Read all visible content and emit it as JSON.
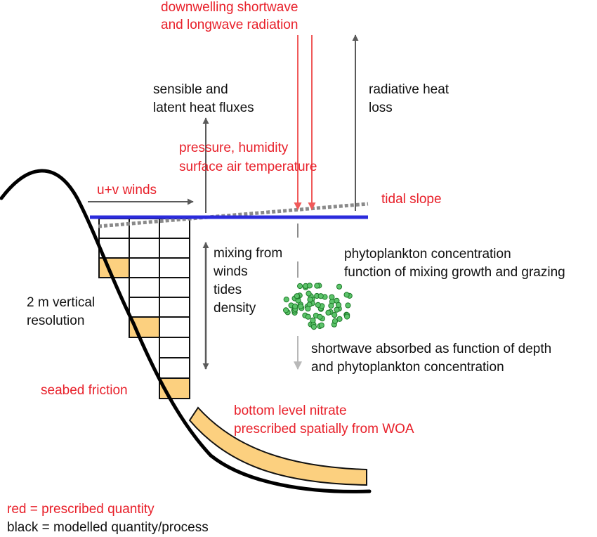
{
  "labels": {
    "downwelling_line1": "downwelling shortwave",
    "downwelling_line2": "and longwave radiation",
    "sensible_line1": "sensible and",
    "sensible_line2": "latent heat fluxes",
    "radiative_line1": "radiative heat",
    "radiative_line2": "loss",
    "pressure_line1": "pressure, humidity",
    "pressure_line2": "surface air temperature",
    "winds": "u+v winds",
    "tidal_slope": "tidal slope",
    "mixing_line1": "mixing from",
    "mixing_line2": "winds",
    "mixing_line3": "tides",
    "mixing_line4": "density",
    "phyto_line1": "phytoplankton concentration",
    "phyto_line2": "function of mixing growth and grazing",
    "resolution_line1": "2 m vertical",
    "resolution_line2": "resolution",
    "shortwave_line1": "shortwave absorbed as function of depth",
    "shortwave_line2": "and phytoplankton concentration",
    "seabed_friction": "seabed friction",
    "nitrate_line1": "bottom level nitrate",
    "nitrate_line2": "prescribed spatially from WOA",
    "legend_red": "red = prescribed quantity",
    "legend_black": "black = modelled quantity/process"
  },
  "colors": {
    "prescribed": "#e8202a",
    "modelled": "#111111",
    "sea_surface": "#2b2bdc",
    "sediment_fill": "#fcd07f",
    "phytoplankton": "#35b94a",
    "arrow_grey": "#5a5a5a"
  }
}
